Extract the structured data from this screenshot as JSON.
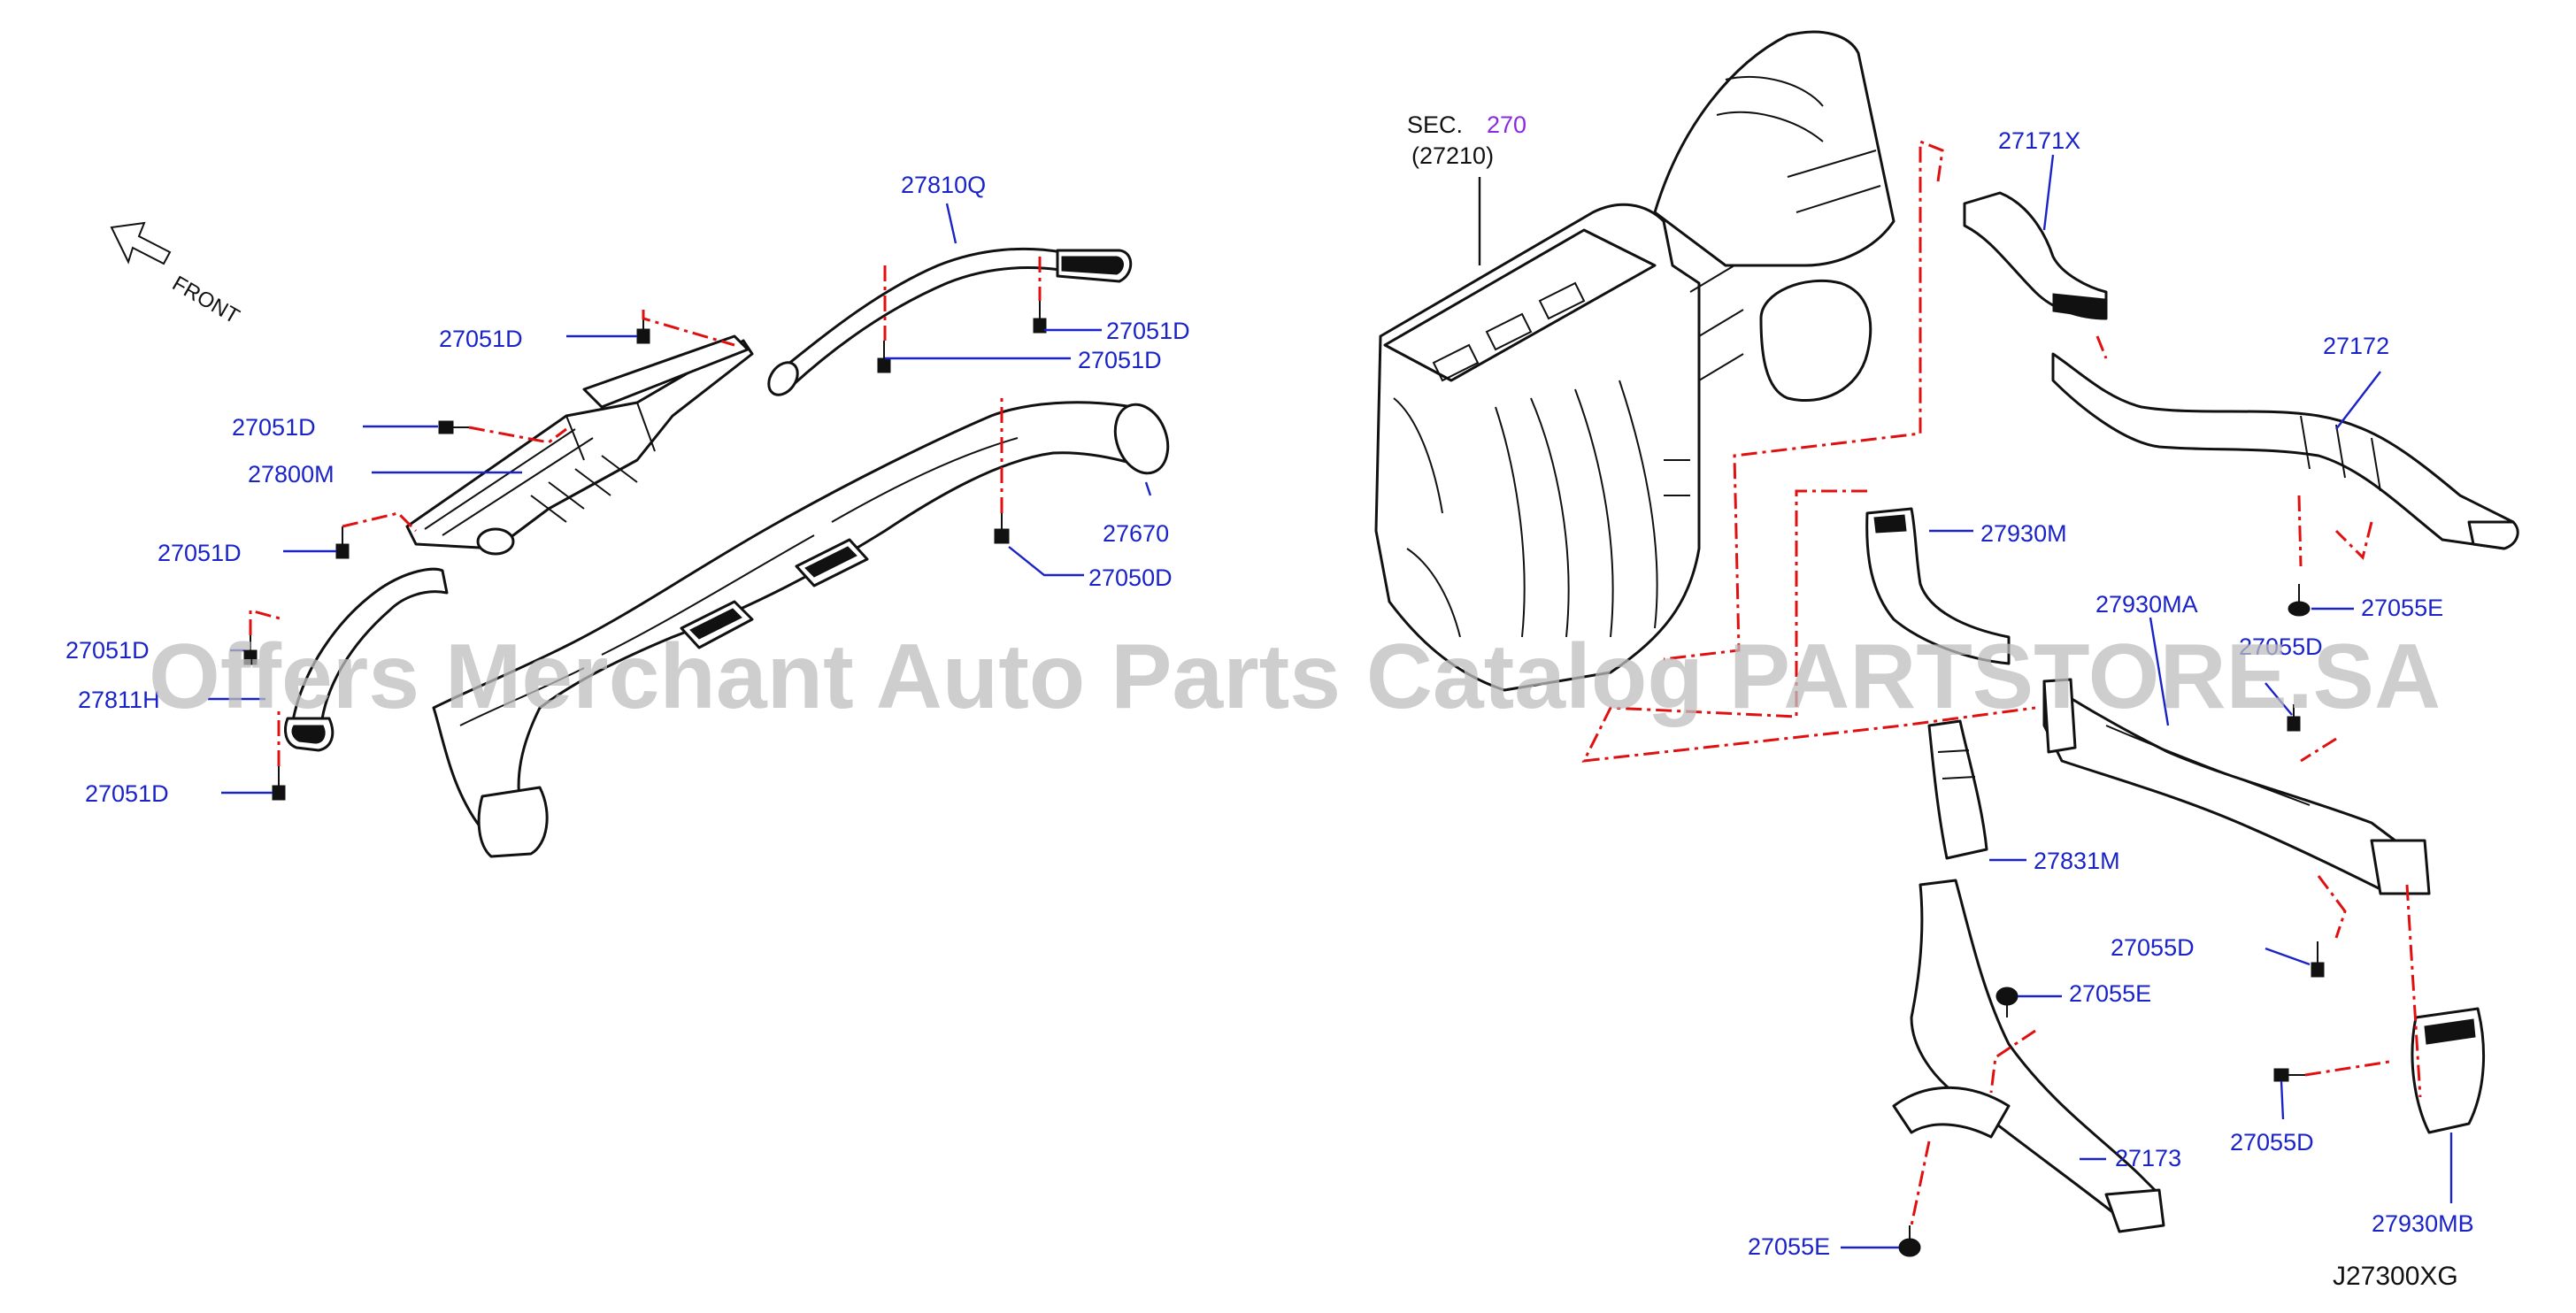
{
  "diagram": {
    "section_ref": {
      "prefix": "SEC.",
      "number": "270",
      "sub_part": "(27210)"
    },
    "direction_label": "FRONT",
    "diagram_code": "J27300XG",
    "watermark": "Offers Merchant Auto Parts Catalog PARTSTORE.SA",
    "colors": {
      "label": "#1a23c8",
      "dash_line": "#e01010",
      "section_link": "#8a2be2",
      "outline": "#111111",
      "watermark": "#bdbdbd"
    },
    "labels": {
      "p27810Q": "27810Q",
      "p27051D_top_left": "27051D",
      "p27051D_top_right_a": "27051D",
      "p27051D_top_right_b": "27051D",
      "p27051D_mid_left": "27051D",
      "p27800M": "27800M",
      "p27051D_left": "27051D",
      "p27051D_left_low": "27051D",
      "p27811H": "27811H",
      "p27051D_bottom_left": "27051D",
      "p27670": "27670",
      "p27050D": "27050D",
      "p27171X": "27171X",
      "p27172": "27172",
      "p27930M": "27930M",
      "p27930MA": "27930MA",
      "p27055D_a": "27055D",
      "p27055E_a": "27055E",
      "p27831M": "27831M",
      "p27055D_b": "27055D",
      "p27055E_b": "27055E",
      "p27173": "27173",
      "p27055D_c": "27055D",
      "p27930MB": "27930MB",
      "p27055E_c": "27055E"
    }
  }
}
